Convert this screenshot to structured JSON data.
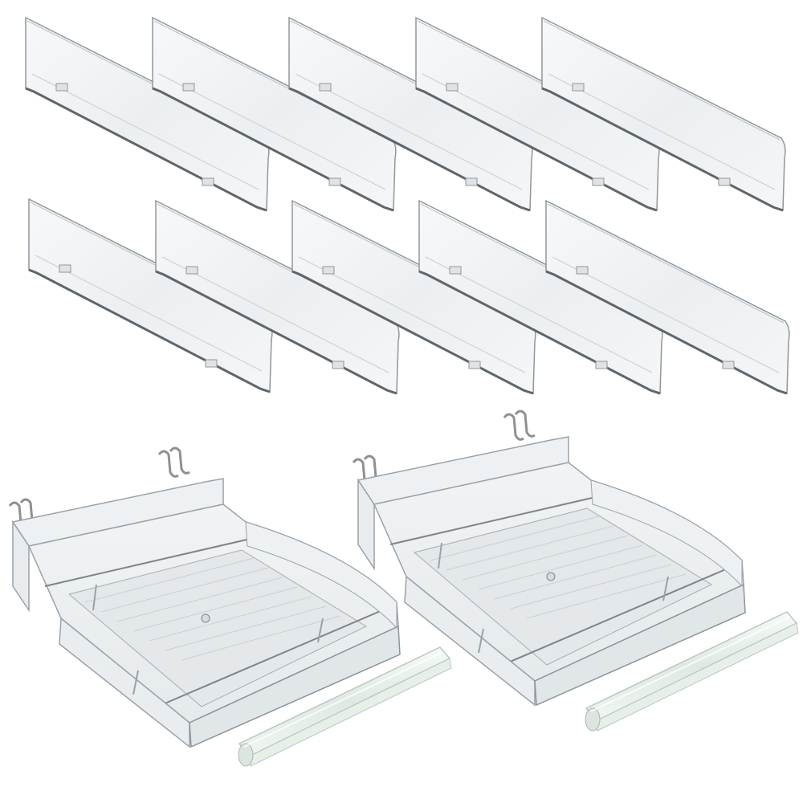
{
  "image": {
    "subject": "product-photo",
    "background": "#ffffff"
  },
  "components": {
    "divider_count": 10,
    "tray_count": 2,
    "price_channel_count": 2,
    "hook_count": 4
  },
  "colors": {
    "acrylic_fill": "#f3f5f6",
    "acrylic_shade": "#e3e7ea",
    "acrylic_edge": "#9aa2a8",
    "acrylic_dark_edge": "#5f666b",
    "hook_metal": "#8e9092",
    "channel_fill": "#eaf1ec",
    "channel_edge": "#b8c7bd"
  }
}
